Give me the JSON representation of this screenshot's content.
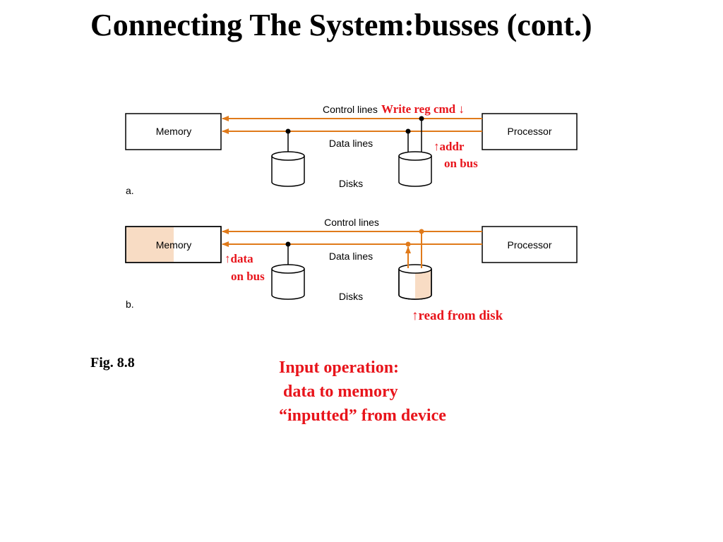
{
  "title": "Connecting The System:busses (cont.)",
  "colors": {
    "bus": "#e07a1a",
    "highlight": "#f8dcc4",
    "annotation": "#e8141b"
  },
  "diagram_a": {
    "memory_label": "Memory",
    "processor_label": "Processor",
    "control_lines_label": "Control lines",
    "data_lines_label": "Data lines",
    "disks_label": "Disks",
    "panel_label": "a.",
    "annotation_cmd": "Write reg cmd ↓",
    "annotation_addr_line1": "↑addr",
    "annotation_addr_line2": "on bus"
  },
  "diagram_b": {
    "memory_label": "Memory",
    "processor_label": "Processor",
    "control_lines_label": "Control lines",
    "data_lines_label": "Data lines",
    "disks_label": "Disks",
    "panel_label": "b.",
    "annotation_data_line1": "↑data",
    "annotation_data_line2": "on bus",
    "annotation_read": "↑read from disk"
  },
  "figure_label": "Fig. 8.8",
  "note_lines": [
    "Input operation:",
    " data to memory",
    "“inputted” from device"
  ]
}
